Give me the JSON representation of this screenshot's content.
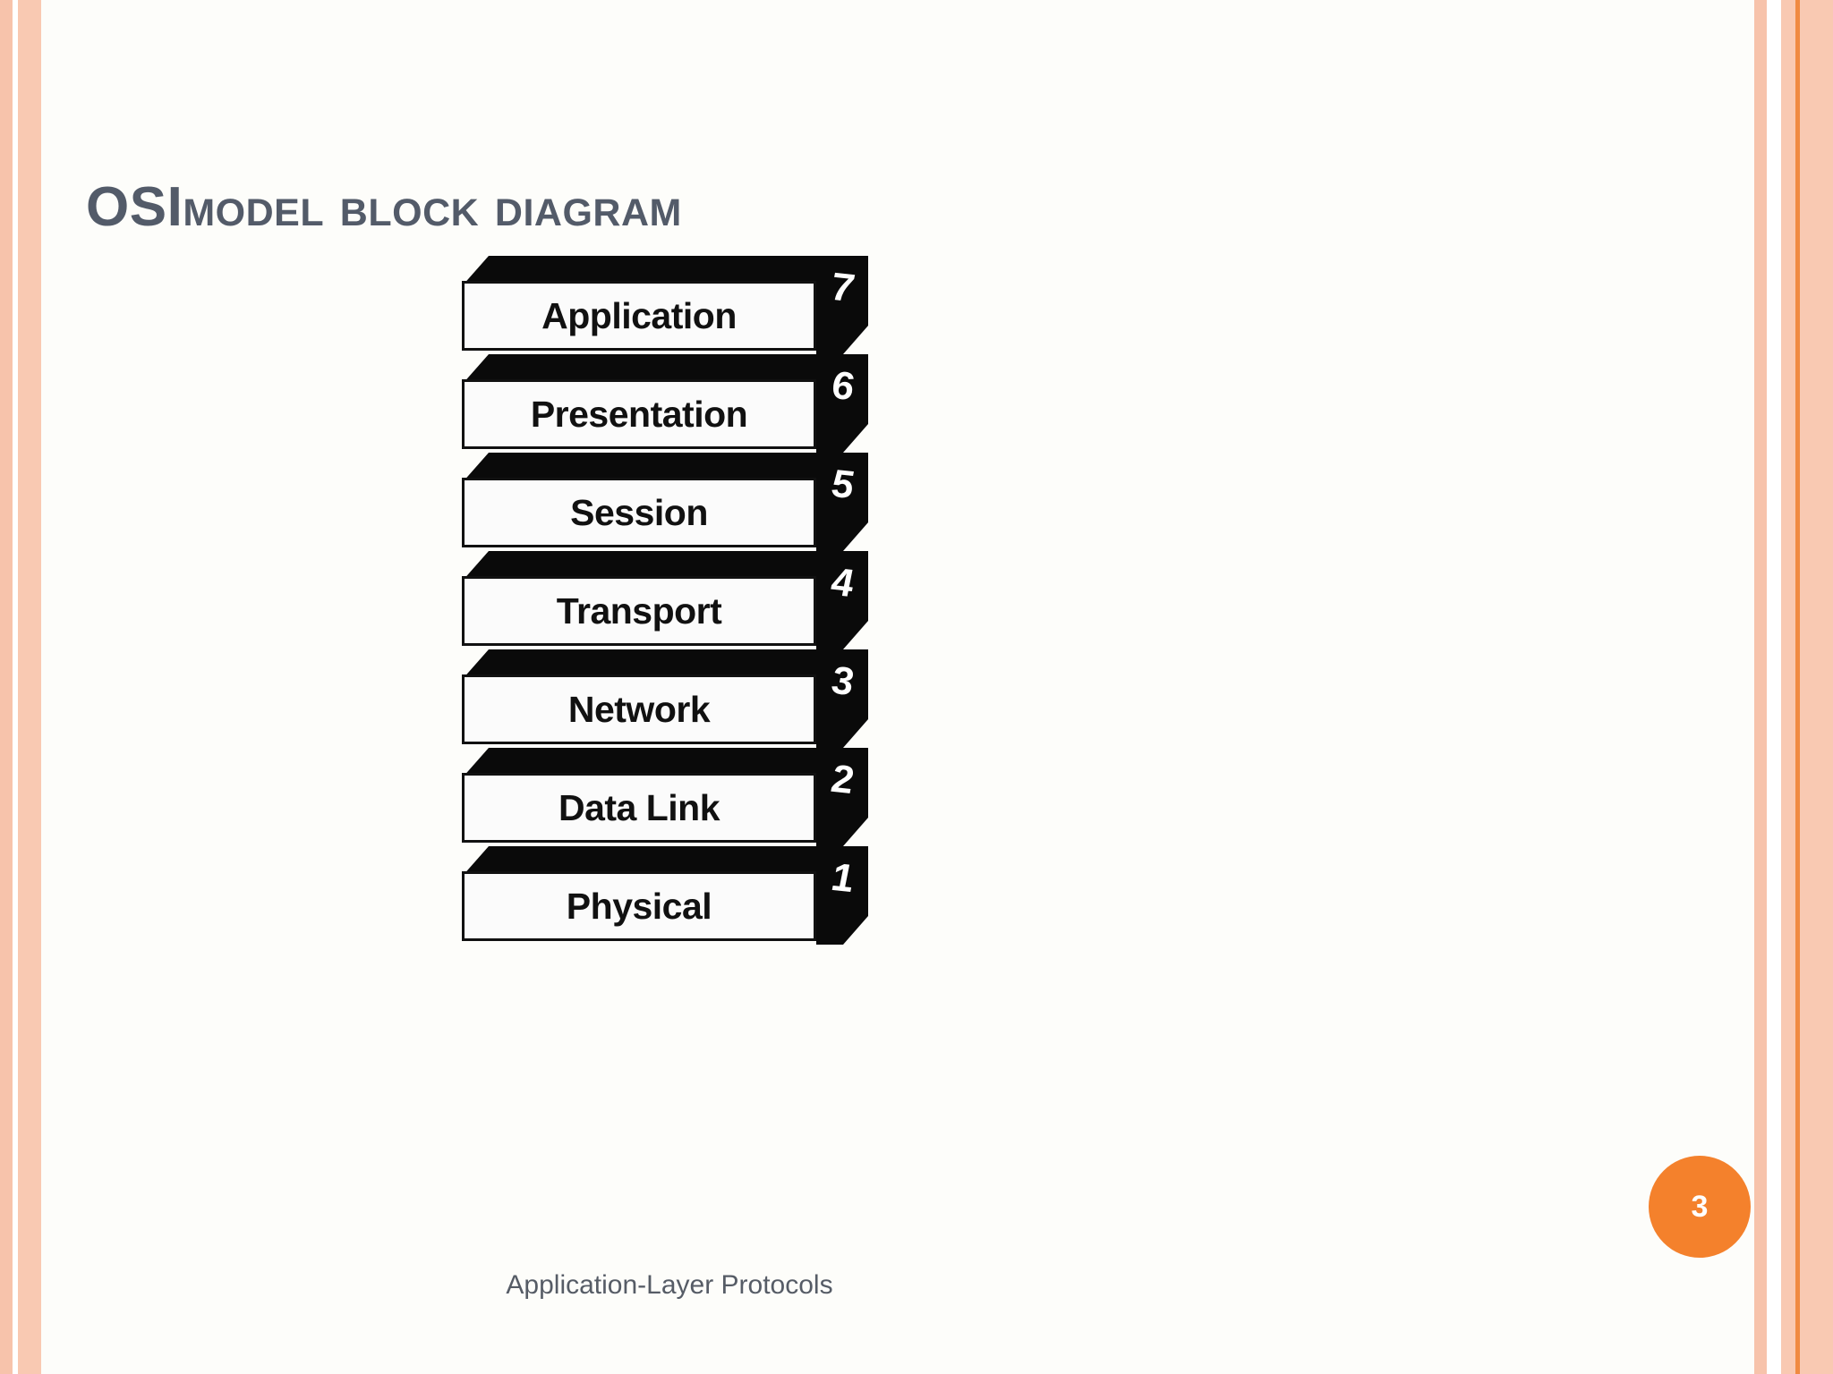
{
  "slide": {
    "title_lead": "OSI",
    "title_rest": "Model Block Diagram",
    "background_color": "#fdfdfa",
    "title_color": "#535b69",
    "caption": "Application-Layer Protocols",
    "page_number": "3",
    "badge_color": "#f4812c"
  },
  "borders": {
    "left_stripes": [
      "#f7c3ab",
      "#ffffff",
      "#f9c9b2"
    ],
    "right_stripes": [
      "#f7c3ab",
      "#ffffff",
      "#f9c9b2",
      "#f08a42",
      "#f9c9b2"
    ]
  },
  "chart_data": {
    "type": "diagram",
    "title": "OSI Model Block Diagram",
    "subtitle": "Application-Layer Protocols",
    "layers": [
      {
        "number": "7",
        "label": "Application"
      },
      {
        "number": "6",
        "label": "Presentation"
      },
      {
        "number": "5",
        "label": "Session"
      },
      {
        "number": "4",
        "label": "Transport"
      },
      {
        "number": "3",
        "label": "Network"
      },
      {
        "number": "2",
        "label": "Data Link"
      },
      {
        "number": "1",
        "label": "Physical"
      }
    ],
    "order": "top-to-bottom descending",
    "block_fill": "#fbfbfb",
    "block_stroke": "#111111",
    "shadow_fill": "#0a0a0a"
  }
}
